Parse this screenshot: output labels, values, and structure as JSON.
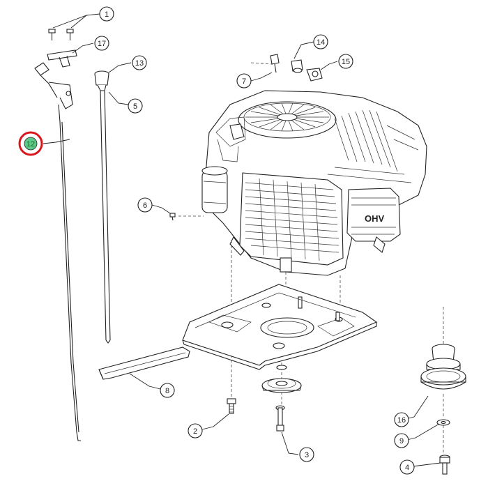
{
  "diagram": {
    "highlight_color": "#d9161c",
    "highlight_fill": "#5cc98a",
    "callouts": [
      {
        "id": "c1",
        "label": "1"
      },
      {
        "id": "c17",
        "label": "17"
      },
      {
        "id": "c13",
        "label": "13"
      },
      {
        "id": "c5",
        "label": "5"
      },
      {
        "id": "c12",
        "label": "12",
        "highlighted": true
      },
      {
        "id": "c14",
        "label": "14"
      },
      {
        "id": "c15",
        "label": "15"
      },
      {
        "id": "c7",
        "label": "7"
      },
      {
        "id": "c6",
        "label": "6"
      },
      {
        "id": "c8",
        "label": "8"
      },
      {
        "id": "c2",
        "label": "2"
      },
      {
        "id": "c3",
        "label": "3"
      },
      {
        "id": "c16",
        "label": "16"
      },
      {
        "id": "c9",
        "label": "9"
      },
      {
        "id": "c4",
        "label": "4"
      }
    ]
  }
}
